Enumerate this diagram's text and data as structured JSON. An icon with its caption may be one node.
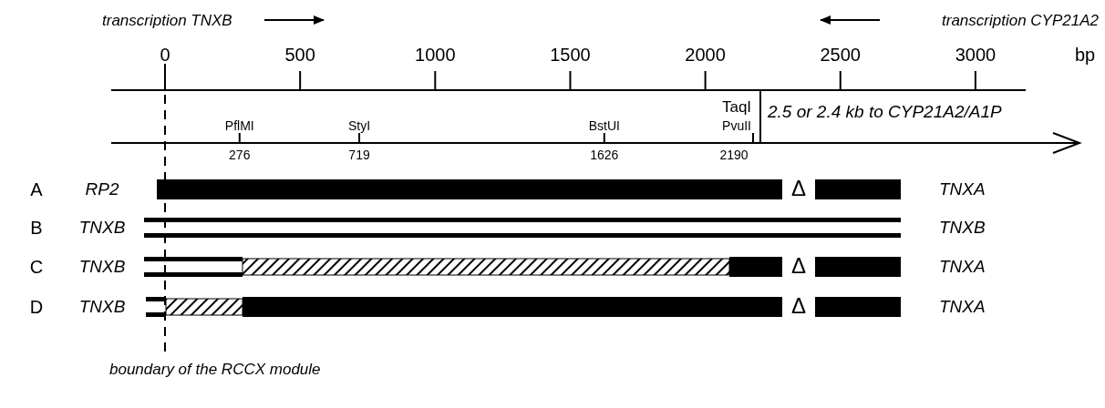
{
  "diagram": {
    "labels": [
      "transcription TNXB",
      "transcription CYP21A2",
      "0",
      "500",
      "1000",
      "1500",
      "2000",
      "2500",
      "3000",
      "bp",
      "TaqI",
      "2.5 or 2.4 kb to CYP21A2/A1P",
      "PflMI",
      "StyI",
      "BstUI",
      "PvuII",
      "276",
      "719",
      "1626",
      "2190",
      "A",
      "RP2",
      "Δ",
      "TNXA",
      "B",
      "TNXB",
      "TNXB",
      "C",
      "TNXB",
      "Δ",
      "TNXA",
      "D",
      "TNXB",
      "Δ",
      "TNXA",
      "boundary of the RCCX module"
    ]
  }
}
